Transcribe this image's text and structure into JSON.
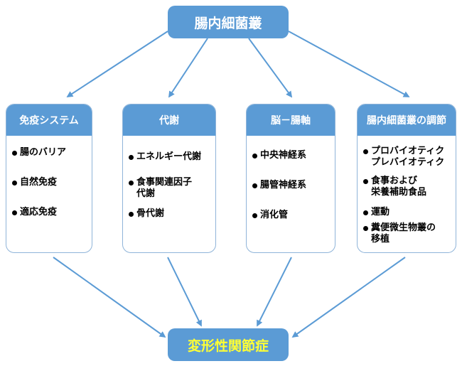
{
  "diagram": {
    "top_node": "腸内細菌叢",
    "bottom_node": "変形性関節症",
    "bottom_node_text_color": "#ffff33",
    "node_color": "#5b9bd5",
    "arrow_color": "#5b9bd5",
    "columns": [
      {
        "title": "免疫システム",
        "items": [
          "腸のバリア",
          "自然免疫",
          "適応免疫"
        ]
      },
      {
        "title": "代謝",
        "items": [
          "エネルギー代謝",
          "食事関連因子\n代謝",
          "骨代謝"
        ]
      },
      {
        "title": "脳－腸軸",
        "items": [
          "中央神経系",
          "腸管神経系",
          "消化管"
        ]
      },
      {
        "title": "腸内細菌叢の調節",
        "items": [
          "プロバイオティク\nプレバイオティク",
          "食事および\n栄養補助食品",
          "運動",
          "糞便微生物叢の\n移植"
        ]
      }
    ]
  }
}
